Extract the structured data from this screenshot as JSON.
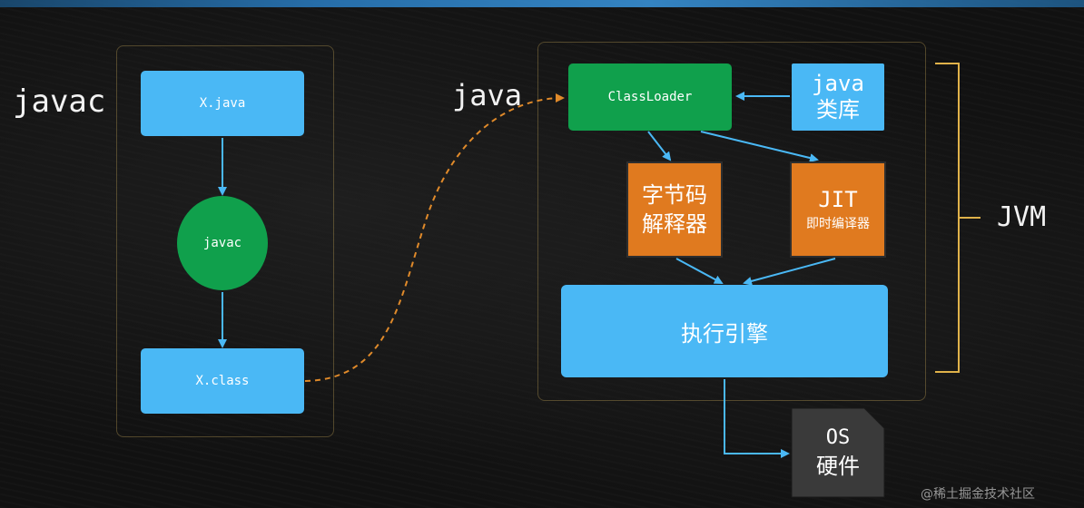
{
  "labels": {
    "javac_left": "javac",
    "java_mid": "java",
    "jvm_right": "JVM"
  },
  "nodes": {
    "x_java": "X.java",
    "javac_circle": "javac",
    "x_class": "X.class",
    "classloader": "ClassLoader",
    "java_lib_line1": "java",
    "java_lib_line2": "类库",
    "interpreter_line1": "字节码",
    "interpreter_line2": "解释器",
    "jit_line1": "JIT",
    "jit_line2": "即时编译器",
    "engine": "执行引擎",
    "os_line1": "OS",
    "os_line2": "硬件"
  },
  "watermark": "@稀土掘金技术社区",
  "colors": {
    "blue_box": "#4ab8f5",
    "green_box": "#10a04c",
    "orange_box": "#e07a1f",
    "dashed_arrow": "#e08a2a",
    "bracket": "#e0b24a",
    "os_box": "#3a3a3a"
  }
}
